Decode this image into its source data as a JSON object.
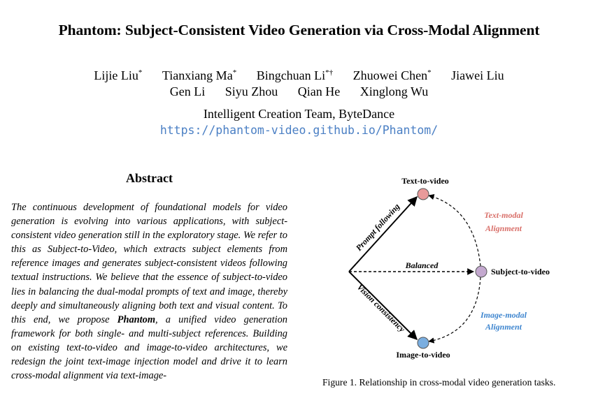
{
  "paper": {
    "title": "Phantom: Subject-Consistent Video Generation via Cross-Modal Alignment",
    "authors_row1": [
      "Lijie Liu",
      "Tianxiang Ma",
      "Bingchuan Li",
      "Zhuowei Chen",
      "Jiawei Liu"
    ],
    "authors_row1_marks": [
      "*",
      "*",
      "*†",
      "*",
      ""
    ],
    "authors_row2": [
      "Gen Li",
      "Siyu Zhou",
      "Qian He",
      "Xinglong Wu"
    ],
    "affiliation": "Intelligent Creation Team,  ByteDance",
    "url": "https://phantom-video.github.io/Phantom/"
  },
  "abstract": {
    "heading": "Abstract",
    "text_before": "The continuous development of foundational models for video generation is evolving into various applications, with subject-consistent video generation still in the exploratory stage.  We refer to this as Subject-to-Video, which extracts subject elements from reference images and generates subject-consistent videos following textual instructions. We believe that the essence of subject-to-video lies in balancing the dual-modal prompts of text and image, thereby deeply and simultaneously aligning both text and visual content. To this end, we propose ",
    "emphasis": "Phantom",
    "text_after": ", a unified video generation framework for both single- and multi-subject references. Building on existing text-to-video and image-to-video architectures, we redesign the joint text-image injection model and drive it to learn cross-modal alignment via text-image-"
  },
  "figure": {
    "nodes": {
      "text_to_video": "Text-to-video",
      "subject_to_video": "Subject-to-video",
      "image_to_video": "Image-to-video"
    },
    "edge_labels": {
      "prompt_following": "Prompt following",
      "balanced": "Balanced",
      "vision_consistency": "Vision consistency"
    },
    "alignment_labels": {
      "text_modal_1": "Text-modal",
      "text_modal_2": "Alignment",
      "image_modal_1": "Image-modal",
      "image_modal_2": "Alignment"
    },
    "colors": {
      "text_node": "#e89a9a",
      "subject_node": "#c4a9cf",
      "image_node": "#7aaee0",
      "text_modal_label": "#d9706a",
      "image_modal_label": "#3f86cf"
    },
    "caption": "Figure 1. Relationship in cross-modal video generation tasks."
  }
}
